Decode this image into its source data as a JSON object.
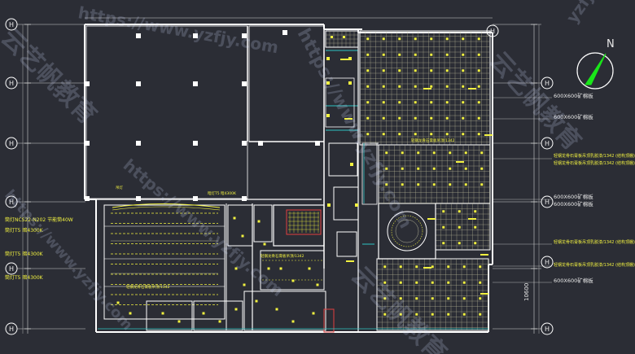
{
  "drawing": {
    "grid_letter": "H",
    "north_label": "N",
    "dimension_right": "10600",
    "watermark_text": "https://www.yzfjy.com",
    "watermark_cn": "云艺帆教育",
    "watermark_corner": "yzfjy",
    "colors": {
      "background": "#2b2d35",
      "wall": "#ffffff",
      "ceiling_grid": "#b8b89a",
      "light": "#f2f240",
      "accent_cyan": "#2ec4c4",
      "accent_red": "#e04040",
      "north_fill": "#19e619",
      "dim_line": "#d0d0d0"
    }
  },
  "annotations_right": [
    {
      "text": "600X600矿棉板"
    },
    {
      "text": "600X600矿棉板"
    },
    {
      "text": "轻钢龙骨石膏板吊顶乳胶漆/1342 (结构顶棚)"
    },
    {
      "text": "轻钢龙骨石膏板吊顶乳胶漆/1342 (结构顶棚)"
    },
    {
      "text": "600X600矿棉板"
    },
    {
      "text": "600X600矿棉板"
    },
    {
      "text": "轻钢龙骨石膏板吊顶乳胶漆/1342 (结构顶棚)"
    },
    {
      "text": "轻钢龙骨石膏板吊顶乳胶漆/1342 (结构顶棚)"
    },
    {
      "text": "600X600矿棉板"
    }
  ],
  "annotations_left": [
    {
      "text": "筒灯NCS22-N202 节能筒40W"
    },
    {
      "text": "筒灯T5 暗4300K"
    },
    {
      "text": "筒灯T5 暗4300K"
    },
    {
      "text": "筒灯T5 暗4300K"
    }
  ],
  "annotations_center": [
    {
      "text": "暗灯T5 暗4300K"
    },
    {
      "text": "吊灯"
    },
    {
      "text": "轻钢龙骨石膏板吊顶/1342"
    },
    {
      "text": "轻钢龙骨石膏板吊顶/1342"
    },
    {
      "text": "轻钢龙骨石膏板吊顶/1342"
    }
  ]
}
